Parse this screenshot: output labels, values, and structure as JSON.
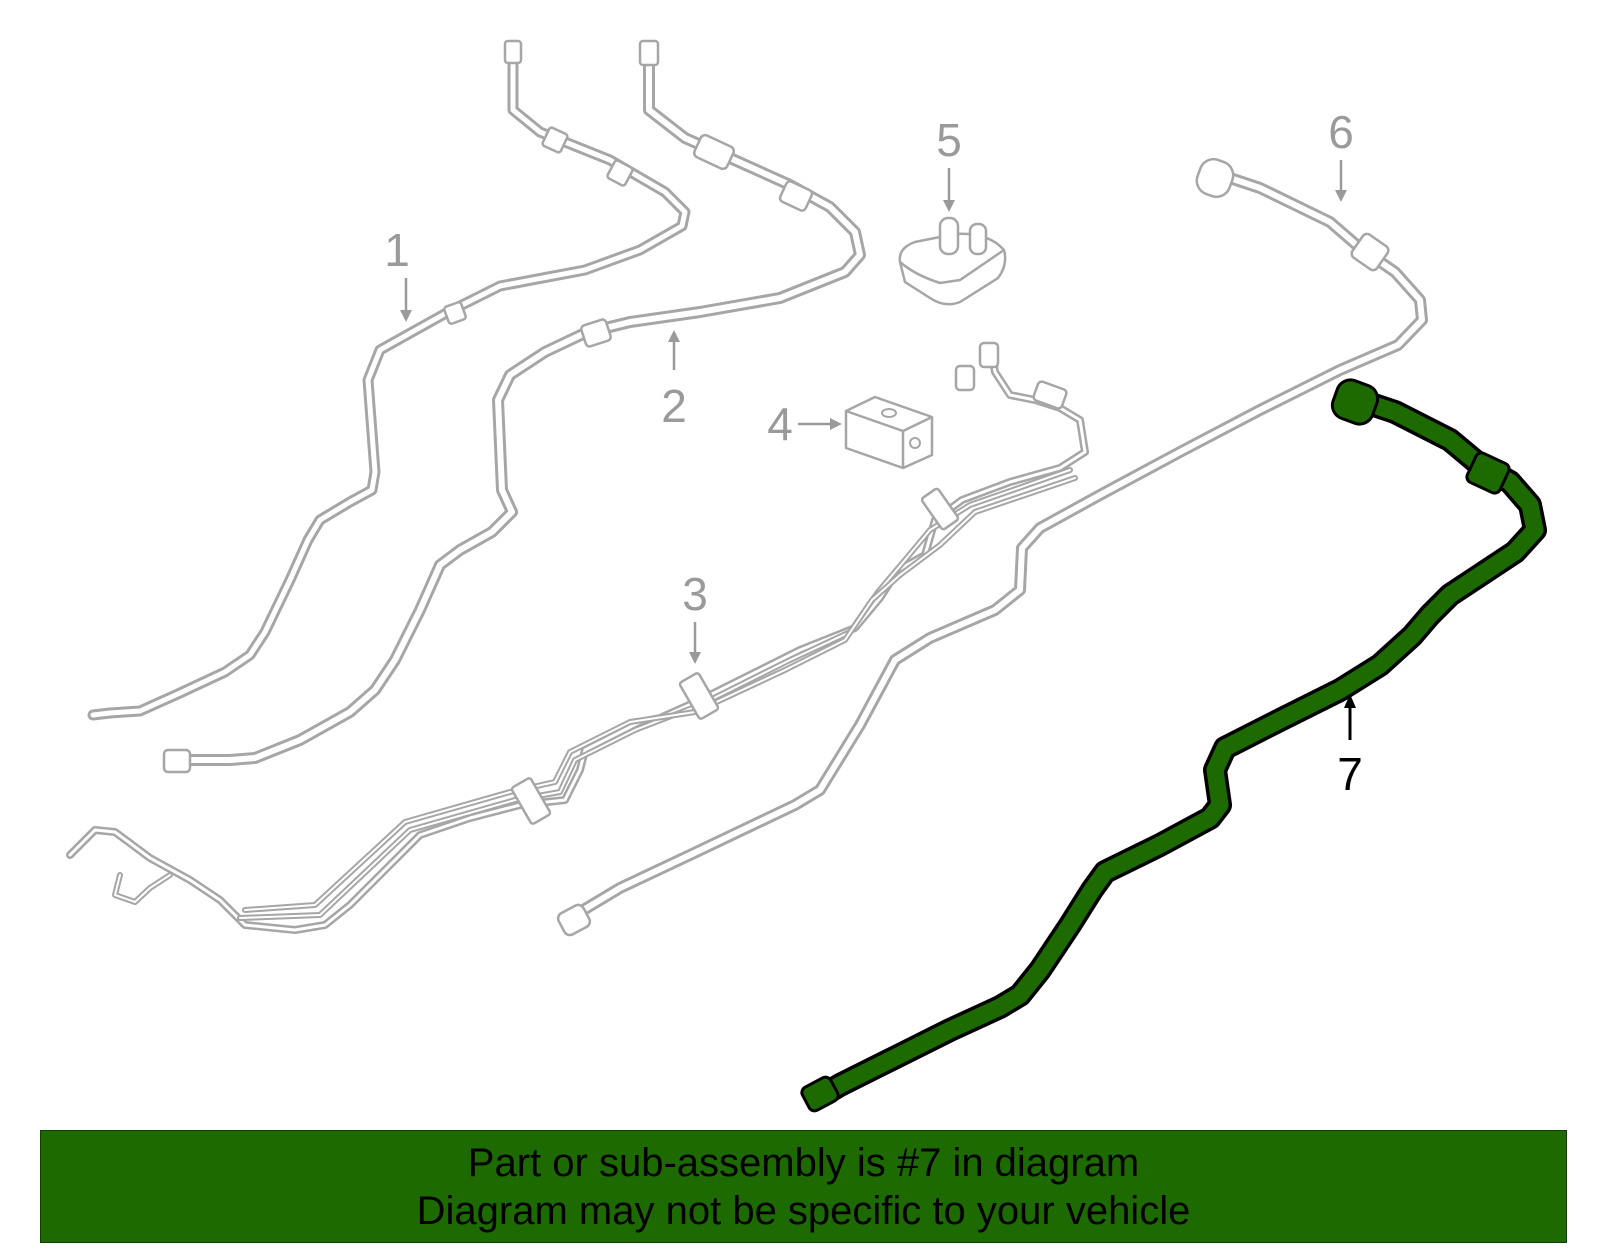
{
  "diagram": {
    "callouts": [
      "1",
      "2",
      "3",
      "4",
      "5",
      "6",
      "7"
    ],
    "highlighted_part": "7",
    "colors": {
      "line_gray": "#a6a6a6",
      "label_gray": "#9a9a9a",
      "highlight_fill": "#1d6b00",
      "highlight_outline": "#000000"
    }
  },
  "banner": {
    "line1": "Part or sub-assembly is #7 in diagram",
    "line2": "Diagram may not be specific to your vehicle",
    "background": "#1d6b00"
  }
}
